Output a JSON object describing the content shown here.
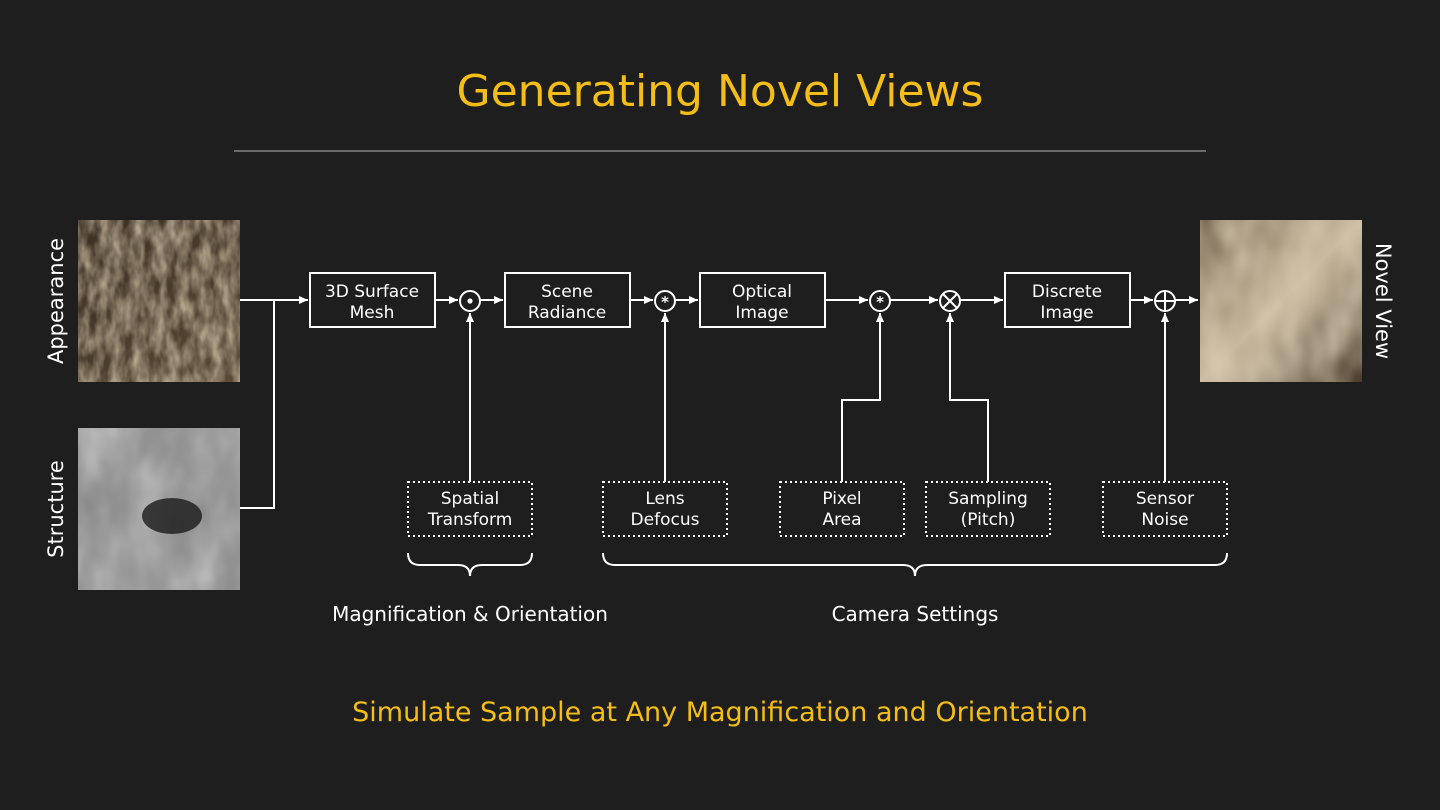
{
  "title": "Generating Novel Views",
  "subtitle": "Simulate Sample at Any Magnification and Orientation",
  "colors": {
    "background": "#1e1e1e",
    "accent": "#f5be16",
    "line": "#ffffff",
    "rule": "#6a6a6a"
  },
  "inputs": {
    "appearance_label": "Appearance",
    "structure_label": "Structure"
  },
  "output": {
    "label": "Novel View"
  },
  "blocks": {
    "mesh": [
      "3D Surface",
      "Mesh"
    ],
    "radiance": [
      "Scene",
      "Radiance"
    ],
    "optical": [
      "Optical",
      "Image"
    ],
    "discrete": [
      "Discrete",
      "Image"
    ]
  },
  "factors": {
    "spatial": [
      "Spatial",
      "Transform"
    ],
    "defocus": [
      "Lens",
      "Defocus"
    ],
    "pixel": [
      "Pixel",
      "Area"
    ],
    "sampling": [
      "Sampling",
      "(Pitch)"
    ],
    "noise": [
      "Sensor",
      "Noise"
    ]
  },
  "operators": {
    "op1": "⊙",
    "op2": "*",
    "op3": "*",
    "op4": "⊗",
    "op5": "⊕"
  },
  "groups": {
    "magnification": "Magnification & Orientation",
    "camera": "Camera Settings"
  }
}
